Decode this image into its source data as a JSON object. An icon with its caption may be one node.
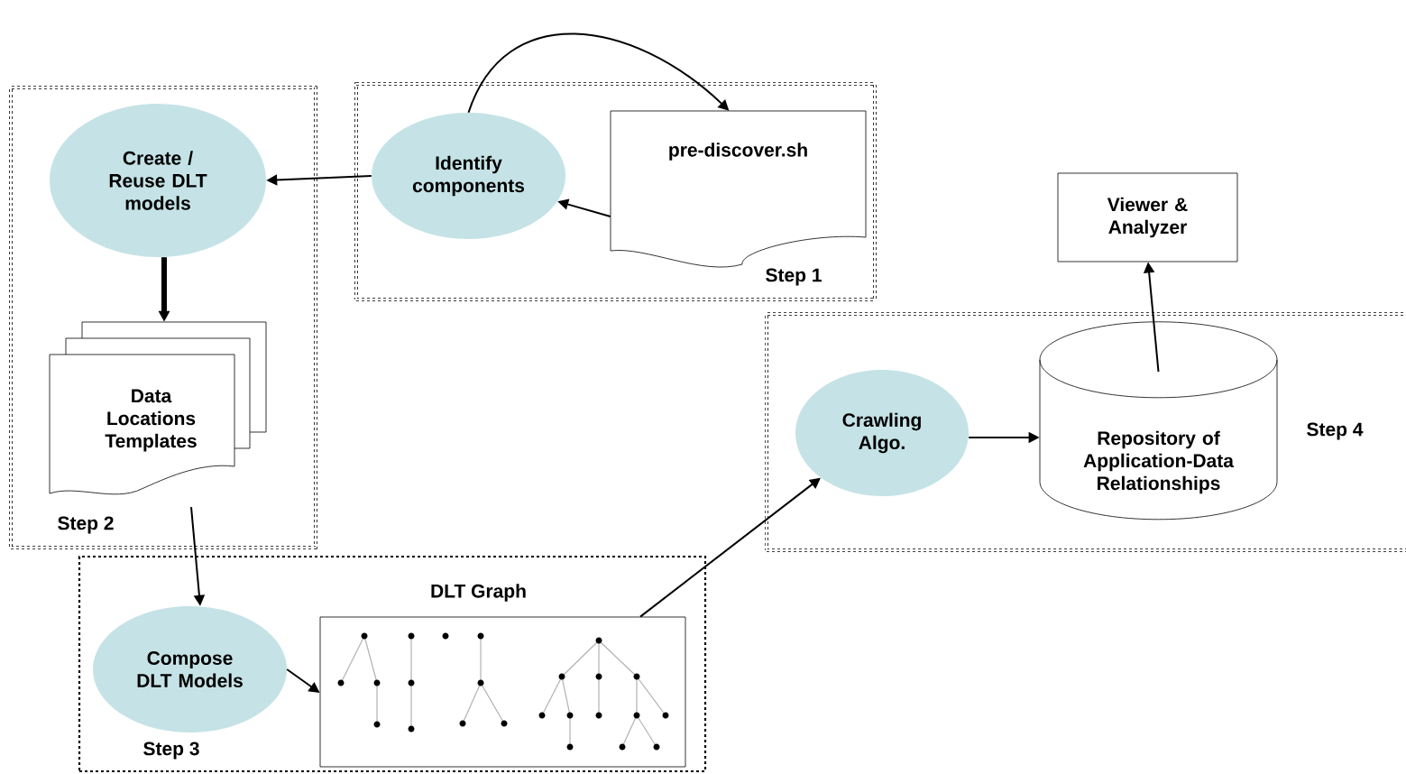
{
  "diagram": {
    "nodes": [
      {
        "text": [
          "Step  2"
        ]
      },
      {
        "text": [
          "Create / Reuse DLT models"
        ],
        "in": 0
      },
      {
        "text": [
          "Data Locations Templates"
        ],
        "in": 0
      },
      {
        "text": [
          "Step  1"
        ]
      },
      {
        "text": [
          "Identify components"
        ],
        "in": 3
      },
      {
        "text": [
          "pre-discover.sh"
        ],
        "in": 3
      },
      {
        "text": [
          "Step  3"
        ]
      },
      {
        "text": [
          "Compose DLT Models"
        ],
        "in": 6
      },
      {
        "text": [
          "DLT Graph"
        ],
        "in": 6
      },
      {
        "text": [
          "Step  4"
        ]
      },
      {
        "text": [
          "Crawling Algo."
        ],
        "in": 9
      },
      {
        "text": [
          "Repository of Application-Data Relationships"
        ],
        "in": 9
      },
      {
        "text": [
          "Viewer & Analyzer"
        ]
      }
    ],
    "edges": [
      {
        "from": 4,
        "to": 5,
        "arrow": "to"
      },
      {
        "from": 5,
        "to": 4,
        "arrow": "to"
      },
      {
        "from": 4,
        "to": 1,
        "arrow": "to"
      },
      {
        "from": 1,
        "to": 2,
        "arrow": "to",
        "style": "thick"
      },
      {
        "from": 2,
        "to": 7,
        "arrow": "to"
      },
      {
        "from": 7,
        "to": 8,
        "arrow": "to"
      },
      {
        "from": 8,
        "to": 10,
        "arrow": "to"
      },
      {
        "from": 10,
        "to": 11,
        "arrow": "to"
      },
      {
        "from": 11,
        "to": 12,
        "arrow": "to"
      }
    ]
  }
}
